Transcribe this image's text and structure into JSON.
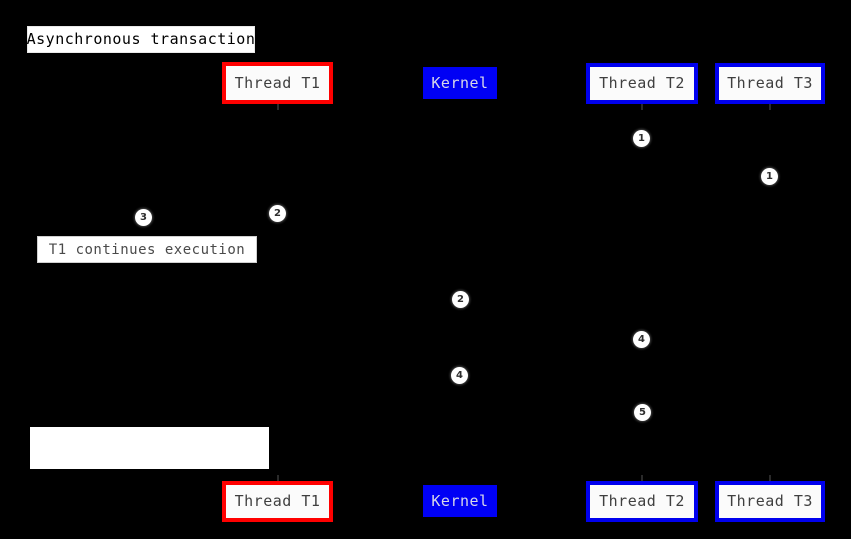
{
  "diagram": {
    "title": "Asynchronous transaction",
    "background_color": "#000000"
  },
  "lifelines": {
    "top": [
      {
        "name": "thread-t1",
        "label": "Thread T1",
        "style": "outline",
        "accent": "#ff0000"
      },
      {
        "name": "kernel",
        "label": "Kernel",
        "style": "solid",
        "accent": "#0000f5"
      },
      {
        "name": "thread-t2",
        "label": "Thread T2",
        "style": "outline",
        "accent": "#0000ee"
      },
      {
        "name": "thread-t3",
        "label": "Thread T3",
        "style": "outline",
        "accent": "#0000ee"
      }
    ],
    "bottom": [
      {
        "name": "thread-t1",
        "label": "Thread T1",
        "style": "outline",
        "accent": "#ff0000"
      },
      {
        "name": "kernel",
        "label": "Kernel",
        "style": "solid",
        "accent": "#0000f5"
      },
      {
        "name": "thread-t2",
        "label": "Thread T2",
        "style": "outline",
        "accent": "#0000ee"
      },
      {
        "name": "thread-t3",
        "label": "Thread T3",
        "style": "outline",
        "accent": "#0000ee"
      }
    ]
  },
  "notes": [
    {
      "name": "note-t1-continues",
      "text": "T1 continues execution"
    },
    {
      "name": "note-blank",
      "text": ""
    }
  ],
  "badges": [
    {
      "name": "badge-t2-1",
      "number": "1"
    },
    {
      "name": "badge-t3-1",
      "number": "1"
    },
    {
      "name": "badge-t1-2",
      "number": "2"
    },
    {
      "name": "badge-t1-3",
      "number": "3"
    },
    {
      "name": "badge-kernel-2",
      "number": "2"
    },
    {
      "name": "badge-t2-4",
      "number": "4"
    },
    {
      "name": "badge-kernel-4",
      "number": "4"
    },
    {
      "name": "badge-t2-5",
      "number": "5"
    }
  ]
}
